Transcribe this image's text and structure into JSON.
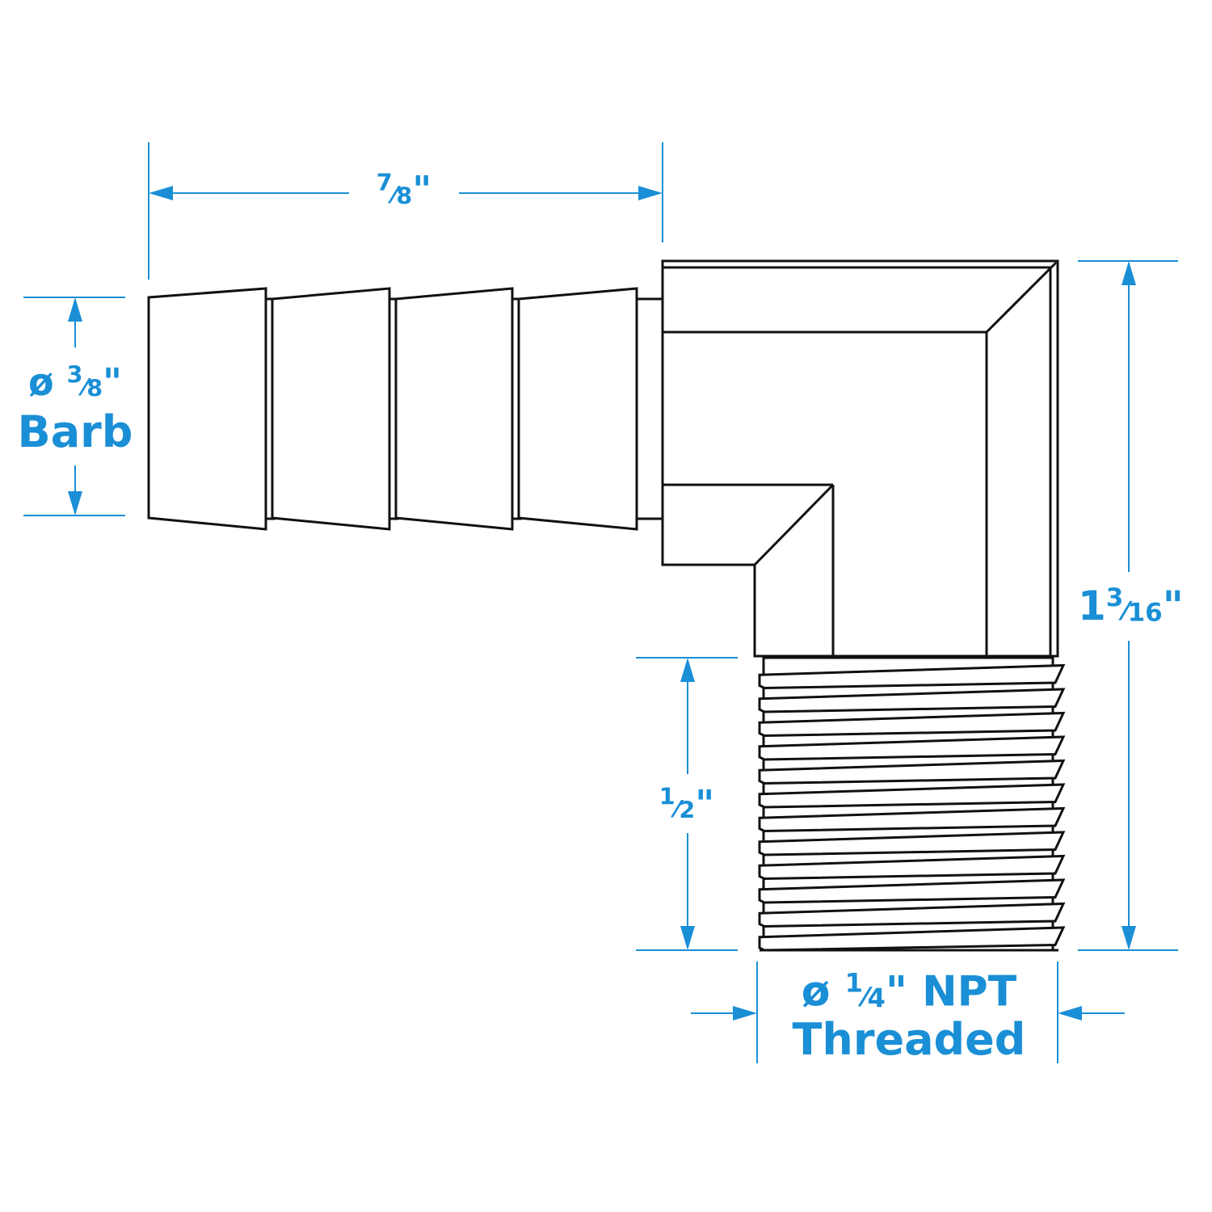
{
  "diagram": {
    "subject": "90° elbow hose barb fitting",
    "colors": {
      "dimension": "#1a8fd6",
      "outline": "#111111",
      "background": "#ffffff"
    },
    "dimensions": {
      "barb_length": {
        "value": "7/8\"",
        "whole": "",
        "num": "7",
        "den": "8",
        "unit": "\""
      },
      "barb_diameter": {
        "prefix": "ø",
        "value": "3/8\"",
        "num": "3",
        "den": "8",
        "unit": "\"",
        "caption": "Barb"
      },
      "overall_height": {
        "value": "1 3/16\"",
        "whole": "1",
        "num": "3",
        "den": "16",
        "unit": "\""
      },
      "thread_length": {
        "value": "1/2\"",
        "num": "1",
        "den": "2",
        "unit": "\""
      },
      "thread_diameter": {
        "prefix": "ø",
        "value": "1/4\"",
        "num": "1",
        "den": "4",
        "unit": "\" NPT",
        "caption": "Threaded"
      }
    },
    "components": [
      "hose-barb",
      "elbow-body",
      "npt-thread"
    ],
    "barb_ridges": 4,
    "thread_turns": 12
  }
}
